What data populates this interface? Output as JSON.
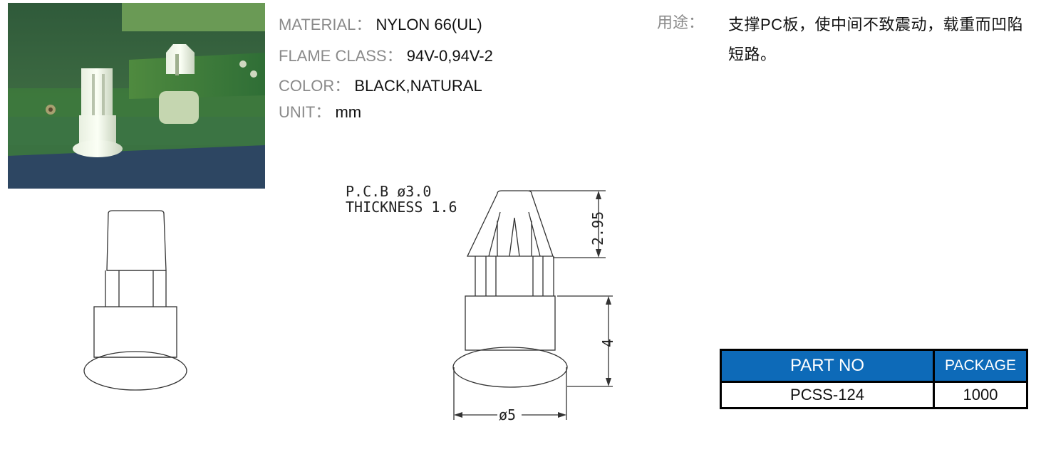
{
  "specs": {
    "material": {
      "label": "MATERIAL：",
      "value": "NYLON 66(UL)"
    },
    "flame_class": {
      "label": "FLAME CLASS：",
      "value": "94V-0,94V-2"
    },
    "color": {
      "label": "COLOR：",
      "value": "BLACK,NATURAL"
    },
    "unit": {
      "label": "UNIT：",
      "value": "mm"
    }
  },
  "usage": {
    "label": "用途：",
    "text": "支撑PC板，使中间不致震动，载重而凹陷短路。"
  },
  "drawing": {
    "pcb_note_line1": "P.C.B  ø3.0",
    "pcb_note_line2": "THICKNESS  1.6",
    "dim_top_height": "2.95",
    "dim_base_height": "4",
    "dim_diameter": "ø5"
  },
  "table": {
    "headers": [
      "PART NO",
      "PACKAGE"
    ],
    "rows": [
      [
        "PCSS-124",
        "1000"
      ]
    ],
    "header_color": "#0d6ab8"
  },
  "colors": {
    "label_gray": "#8a8a8a",
    "line": "#333333"
  }
}
